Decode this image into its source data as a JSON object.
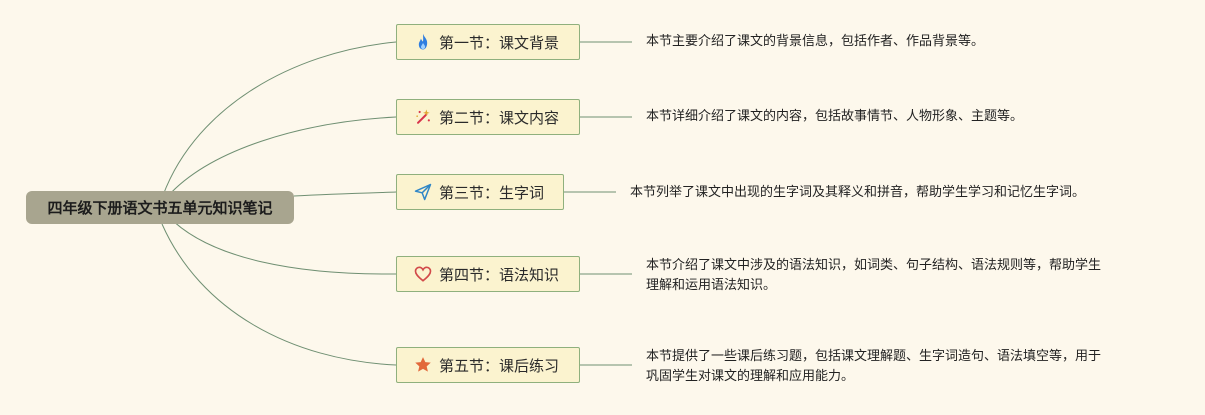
{
  "root": {
    "title": "四年级下册语文书五单元知识笔记"
  },
  "sections": [
    {
      "title": "第一节：课文背景",
      "icon": "flame-icon",
      "icon_color": "#2f7ee0",
      "desc_lines": [
        "本节主要介绍了课文的背景信息，包括作者、作品背景等。"
      ]
    },
    {
      "title": "第二节：课文内容",
      "icon": "magic-wand-icon",
      "icon_color": "#d8334a",
      "desc_lines": [
        "本节详细介绍了课文的内容，包括故事情节、人物形象、主题等。"
      ]
    },
    {
      "title": "第三节：生字词",
      "icon": "paper-plane-icon",
      "icon_color": "#2f86c7",
      "desc_lines": [
        "本节列举了课文中出现的生字词及其释义和拼音，帮助学生学习和记忆生字词。"
      ]
    },
    {
      "title": "第四节：语法知识",
      "icon": "heart-icon",
      "icon_color": "#d24a4a",
      "desc_lines": [
        "本节介绍了课文中涉及的语法知识，如词类、句子结构、语法规则等，帮助学生",
        "理解和运用语法知识。"
      ]
    },
    {
      "title": "第五节：课后练习",
      "icon": "star-icon",
      "icon_color": "#e2683a",
      "desc_lines": [
        "本节提供了一些课后练习题，包括课文理解题、生字词造句、语法填空等，用于",
        "巩固学生对课文的理解和应用能力。"
      ]
    }
  ],
  "colors": {
    "background": "#fdf8ec",
    "root_fill": "#a8a58f",
    "branch_fill": "#fbf3cf",
    "branch_border": "#8fb07d",
    "connector": "#6f8f72"
  }
}
